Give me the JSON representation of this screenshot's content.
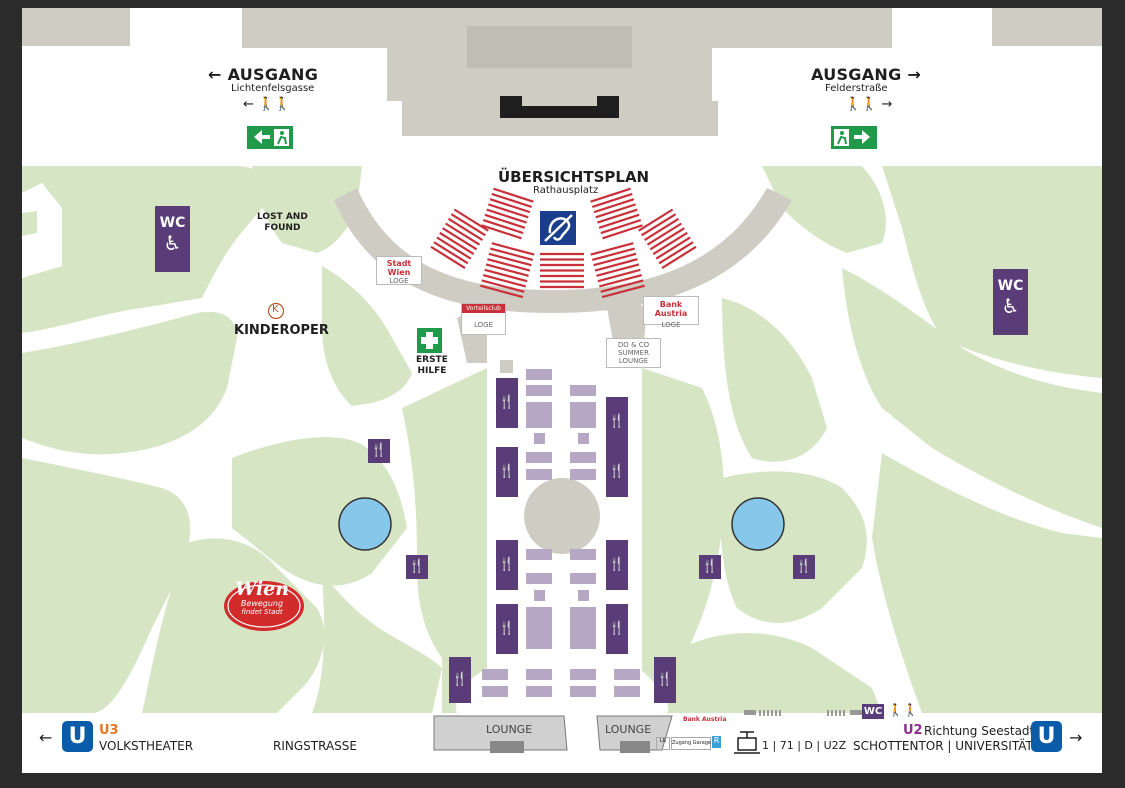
{
  "exits": {
    "left": {
      "title": "← AUSGANG",
      "street": "Lichtenfelsgasse",
      "arrow_people": "← 🚶🚶"
    },
    "right": {
      "title": "AUSGANG →",
      "street": "Felderstraße",
      "people_arrow": "🚶🚶 →"
    }
  },
  "plan": {
    "title": "ÜBERSICHTSPLAN",
    "subtitle": "Rathausplatz"
  },
  "labels": {
    "lost_found": [
      "LOST AND",
      "FOUND"
    ],
    "kinderoper_symbol": "K",
    "kinderoper": "KINDEROPER",
    "erste_hilfe": [
      "ERSTE",
      "HILFE"
    ],
    "wc": "WC",
    "wheelchair": "♿",
    "fork": "🍴",
    "do_co": [
      "DO & CO",
      "SUMMER",
      "LOUNGE"
    ],
    "lounge": "LOUNGE"
  },
  "loges": {
    "stadt_wien": {
      "name": [
        "Stadt",
        "Wien"
      ],
      "tag": "LOGE"
    },
    "vorteilsclub": {
      "name": "Vorteilsclub",
      "tag": "LOGE"
    },
    "bank_austria": {
      "name": "Bank Austria",
      "tag": "LOGE"
    }
  },
  "logo": {
    "line1": "Wien",
    "line2": "Bewegung",
    "line3": "findet Stadt"
  },
  "bottom": {
    "u3_line": "U3",
    "u3_station": "VOLKSTHEATER",
    "ringstrasse": "RINGSTRASSE",
    "tram_lines": "1 | 71 | D | U2Z",
    "u2_line": "U2",
    "u2_direction": "Richtung Seestadt",
    "u2_stations": "SCHOTTENTOR | UNIVERSITÄT",
    "u_letter": "U",
    "arrow_left": "←",
    "arrow_right": "→",
    "sponsor_bank": "Bank Austria",
    "sponsor_lr": "LR",
    "sponsor_zugang": "Zugang Garage",
    "sponsor_r": "R"
  },
  "colors": {
    "background": "#ffffff",
    "grass": "#d6e6c5",
    "building": "#cfccc3",
    "seats": "#c8313a",
    "purple": "#5a3c78",
    "purple_light": "#b6a8c4",
    "water": "#86c7ea",
    "exit_green": "#1e9a4a",
    "u_blue": "#0a5ca8",
    "u3_orange": "#e87722",
    "u2_purple": "#8a2e8c"
  }
}
